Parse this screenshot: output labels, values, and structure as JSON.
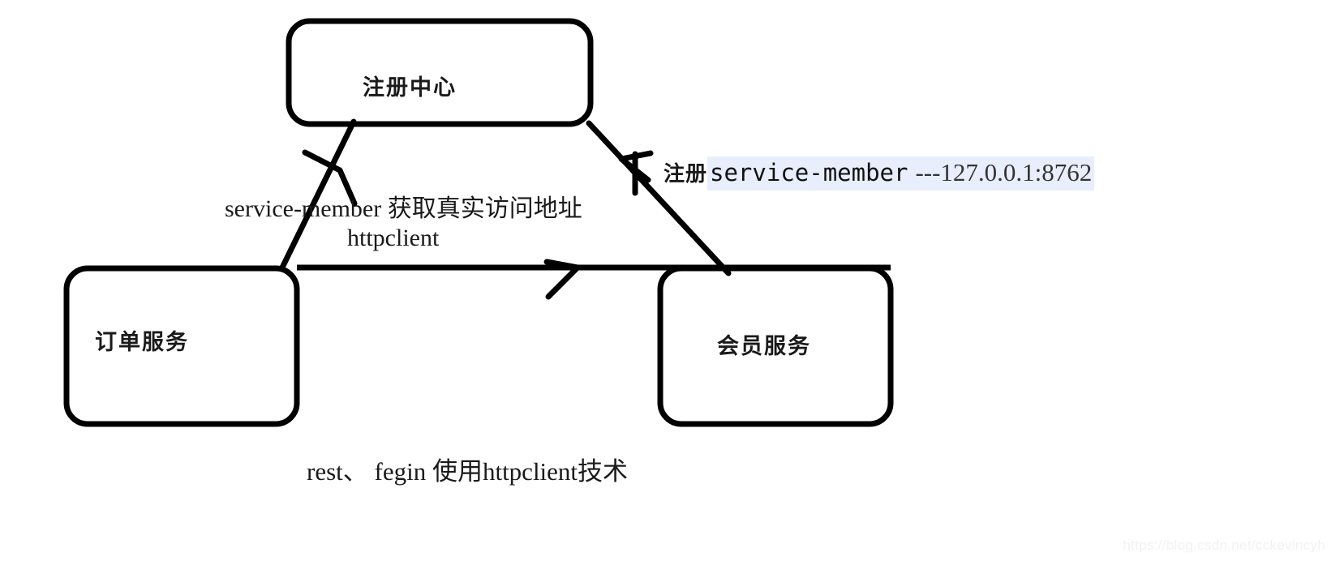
{
  "diagram": {
    "title_watermark": "https://blog.csdn.net/cckevincyh",
    "stroke_color": "#000000",
    "text_color": "#1a1a1a",
    "highlight_color": "#e8eefb",
    "background_color": "#ffffff",
    "nodes": [
      {
        "id": "registry",
        "label": "注册中心"
      },
      {
        "id": "order",
        "label": "订单服务"
      },
      {
        "id": "member",
        "label": "会员服务"
      }
    ],
    "edges": [
      {
        "id": "order-to-registry",
        "from": "订单服务",
        "to": "注册中心",
        "label_line1": "service-member 获取真实访问地址",
        "label_line2": "httpclient",
        "arrow": "up"
      },
      {
        "id": "member-to-registry",
        "from": "会员服务",
        "to": "注册中心",
        "label_zh": "注册",
        "label_service": "service-member",
        "label_address": "---127.0.0.1:8762",
        "arrow": "up-left"
      },
      {
        "id": "order-to-member",
        "from": "订单服务",
        "to": "会员服务",
        "arrow": "right"
      }
    ],
    "caption": "rest、 fegin 使用httpclient技术"
  }
}
